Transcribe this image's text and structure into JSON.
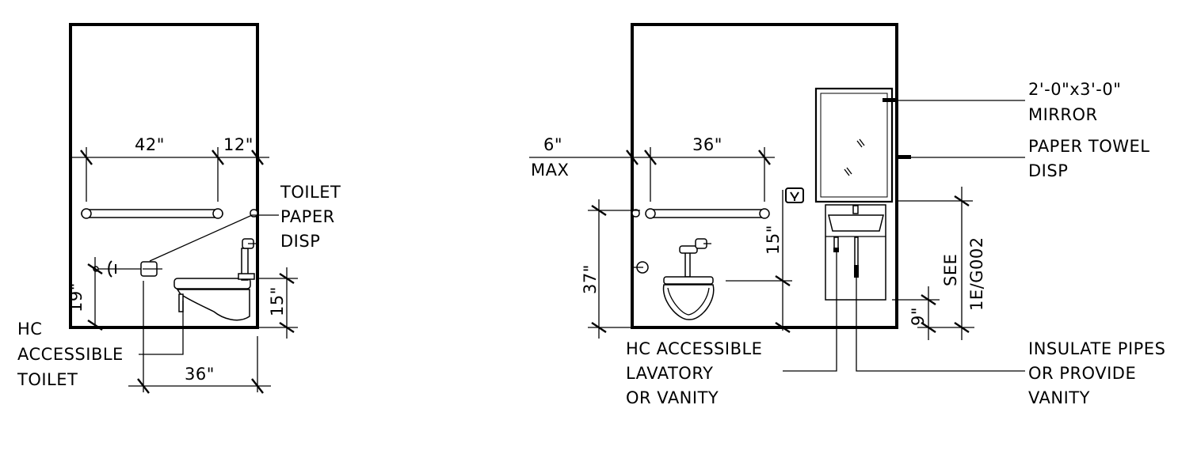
{
  "left_elevation": {
    "dim_top_wide": "42\"",
    "dim_top_narrow": "12\"",
    "dim_bottom": "36\"",
    "dim_side_height": "19\"",
    "dim_right_height": "15\"",
    "label_toilet_paper": [
      "TOILET",
      "PAPER",
      "DISP"
    ],
    "label_hc_toilet": [
      "HC",
      "ACCESSIBLE",
      "TOILET"
    ]
  },
  "right_elevation": {
    "dim_offset": "6\"",
    "dim_offset_note": "MAX",
    "dim_grab_bar": "36\"",
    "dim_height_37": "37\"",
    "dim_height_15": "15\"",
    "dim_height_9": "9\"",
    "see_ref": "SEE",
    "see_ref_detail": "1E/G002",
    "label_mirror": [
      "2'-0\"x3'-0\"",
      "MIRROR"
    ],
    "label_towel": [
      "PAPER TOWEL",
      "DISP"
    ],
    "label_lavatory": [
      "HC ACCESSIBLE",
      "LAVATORY",
      "OR VANITY"
    ],
    "label_insulate": [
      "INSULATE PIPES",
      "OR PROVIDE",
      "VANITY"
    ]
  }
}
